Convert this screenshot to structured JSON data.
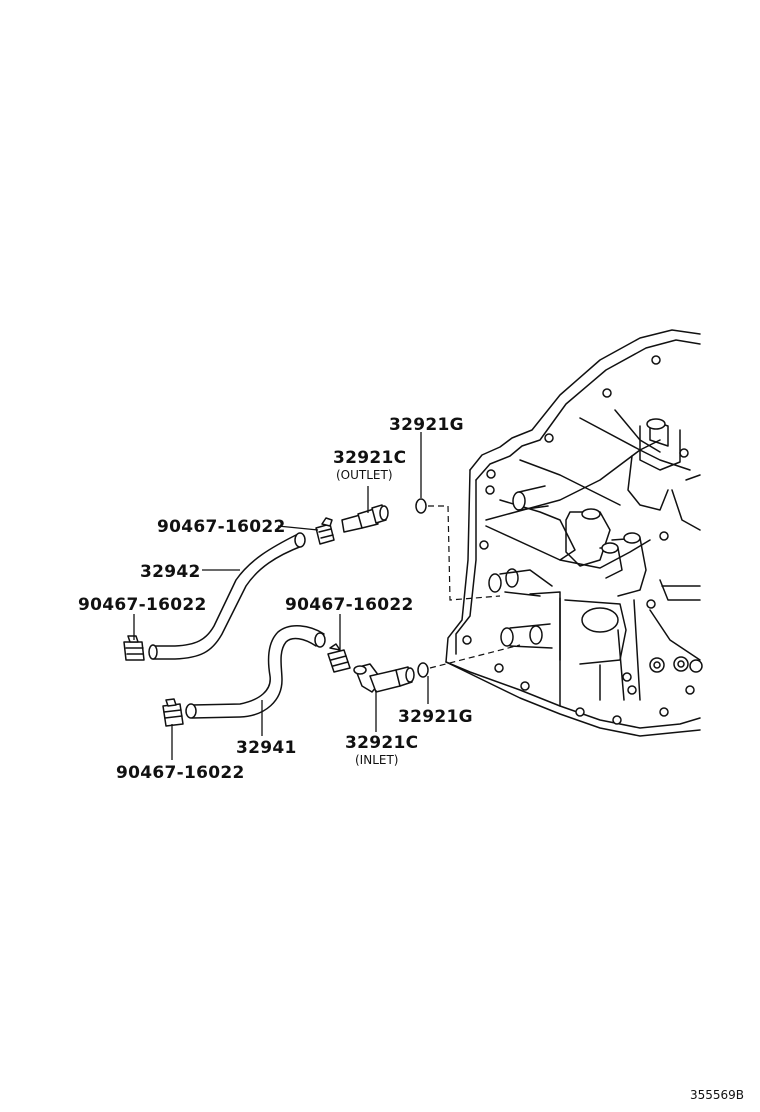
{
  "labels": {
    "oring_top": "32921G",
    "union_outlet": "32921C",
    "union_outlet_note": "(OUTLET)",
    "clamp_top_right": "90467-16022",
    "hose_upper": "32942",
    "clamp_left_upper": "90467-16022",
    "clamp_mid_right": "90467-16022",
    "oring_bottom": "32921G",
    "union_inlet": "32921C",
    "union_inlet_note": "(INLET)",
    "hose_lower": "32941",
    "clamp_left_lower": "90467-16022"
  },
  "diagram_ref": "355569B"
}
